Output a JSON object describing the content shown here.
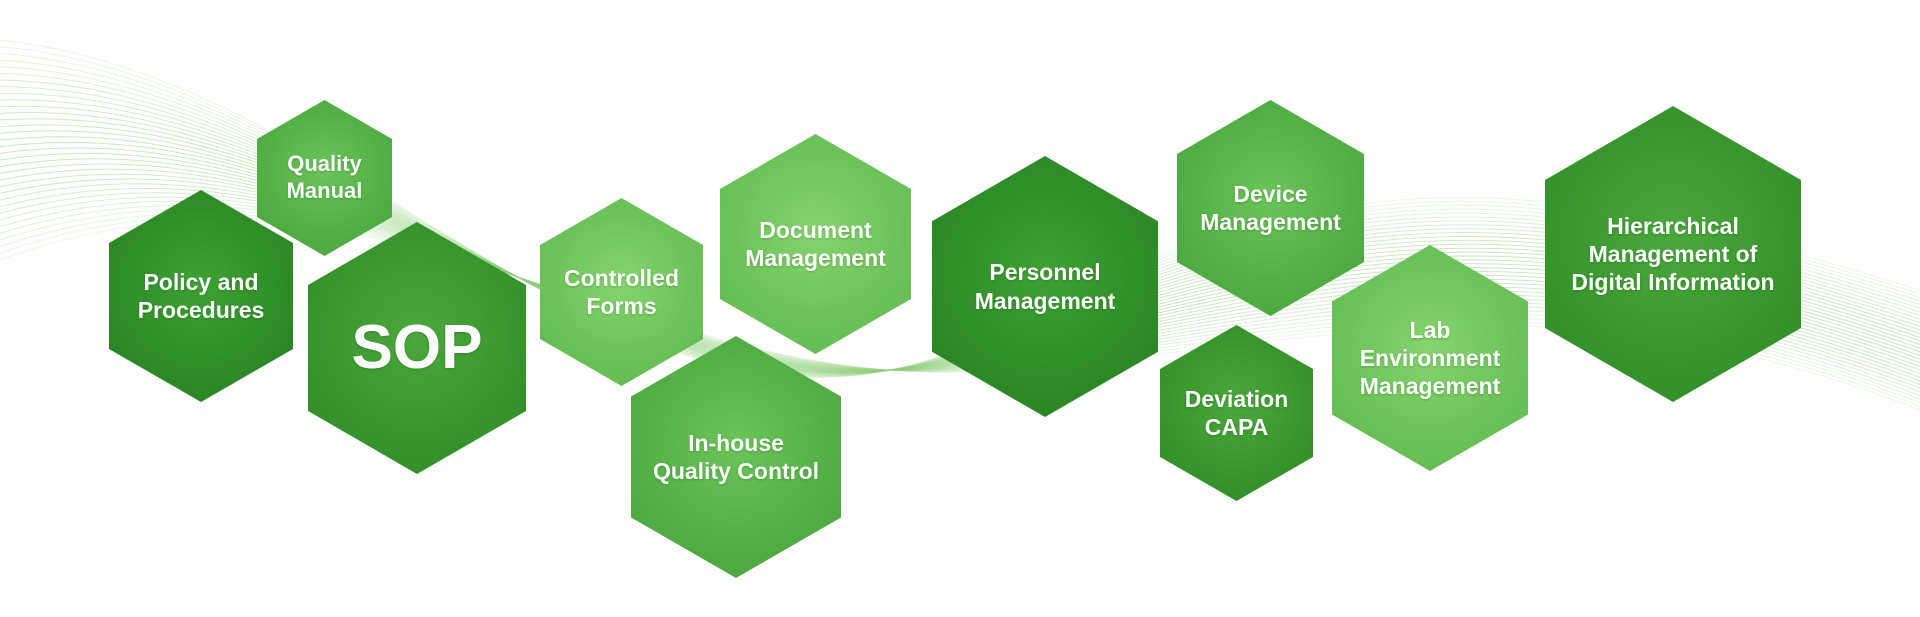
{
  "colors": {
    "wave_stroke": "#8fcf7a",
    "light": "#6cc359",
    "mid": "#53b045",
    "dark": "#38962d",
    "darker": "#2f8d28"
  },
  "modules": {
    "quality_manual": "Quality\nManual",
    "policy_procedures": "Policy and\nProcedures",
    "sop": "SOP",
    "controlled_forms": "Controlled\nForms",
    "document_management": "Document\nManagement",
    "inhouse_quality_control": "In-house\nQuality Control",
    "personnel_management": "Personnel\nManagement",
    "device_management": "Device\nManagement",
    "deviation_capa": "Deviation\nCAPA",
    "lab_environment_management": "Lab\nEnvironment\nManagement",
    "hierarchical_management": "Hierarchical\nManagement of\nDigital Information"
  }
}
